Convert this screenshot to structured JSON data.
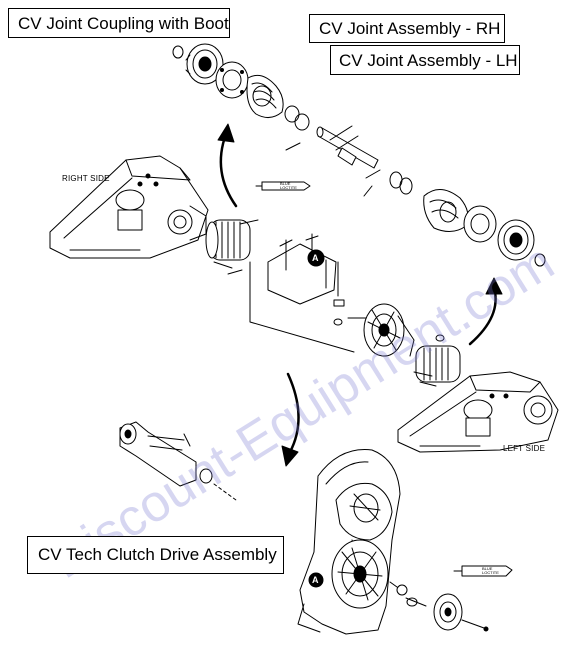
{
  "callouts": {
    "coupling_boot": "CV Joint Coupling with Boot",
    "assembly_rh": "CV Joint Assembly - RH",
    "assembly_lh": "CV Joint Assembly - LH",
    "clutch_drive": "CV Tech Clutch Drive Assembly"
  },
  "labels": {
    "right_side": "RIGHT SIDE",
    "left_side": "LEFT SIDE",
    "marker_a": "A"
  },
  "threadlocker": {
    "line1": "BLUE",
    "line2": "LOCTITE"
  },
  "watermark": "Discount-Equipment.com",
  "colors": {
    "ink": "#000000",
    "fill": "#ffffff",
    "watermark": "#7878d2"
  }
}
